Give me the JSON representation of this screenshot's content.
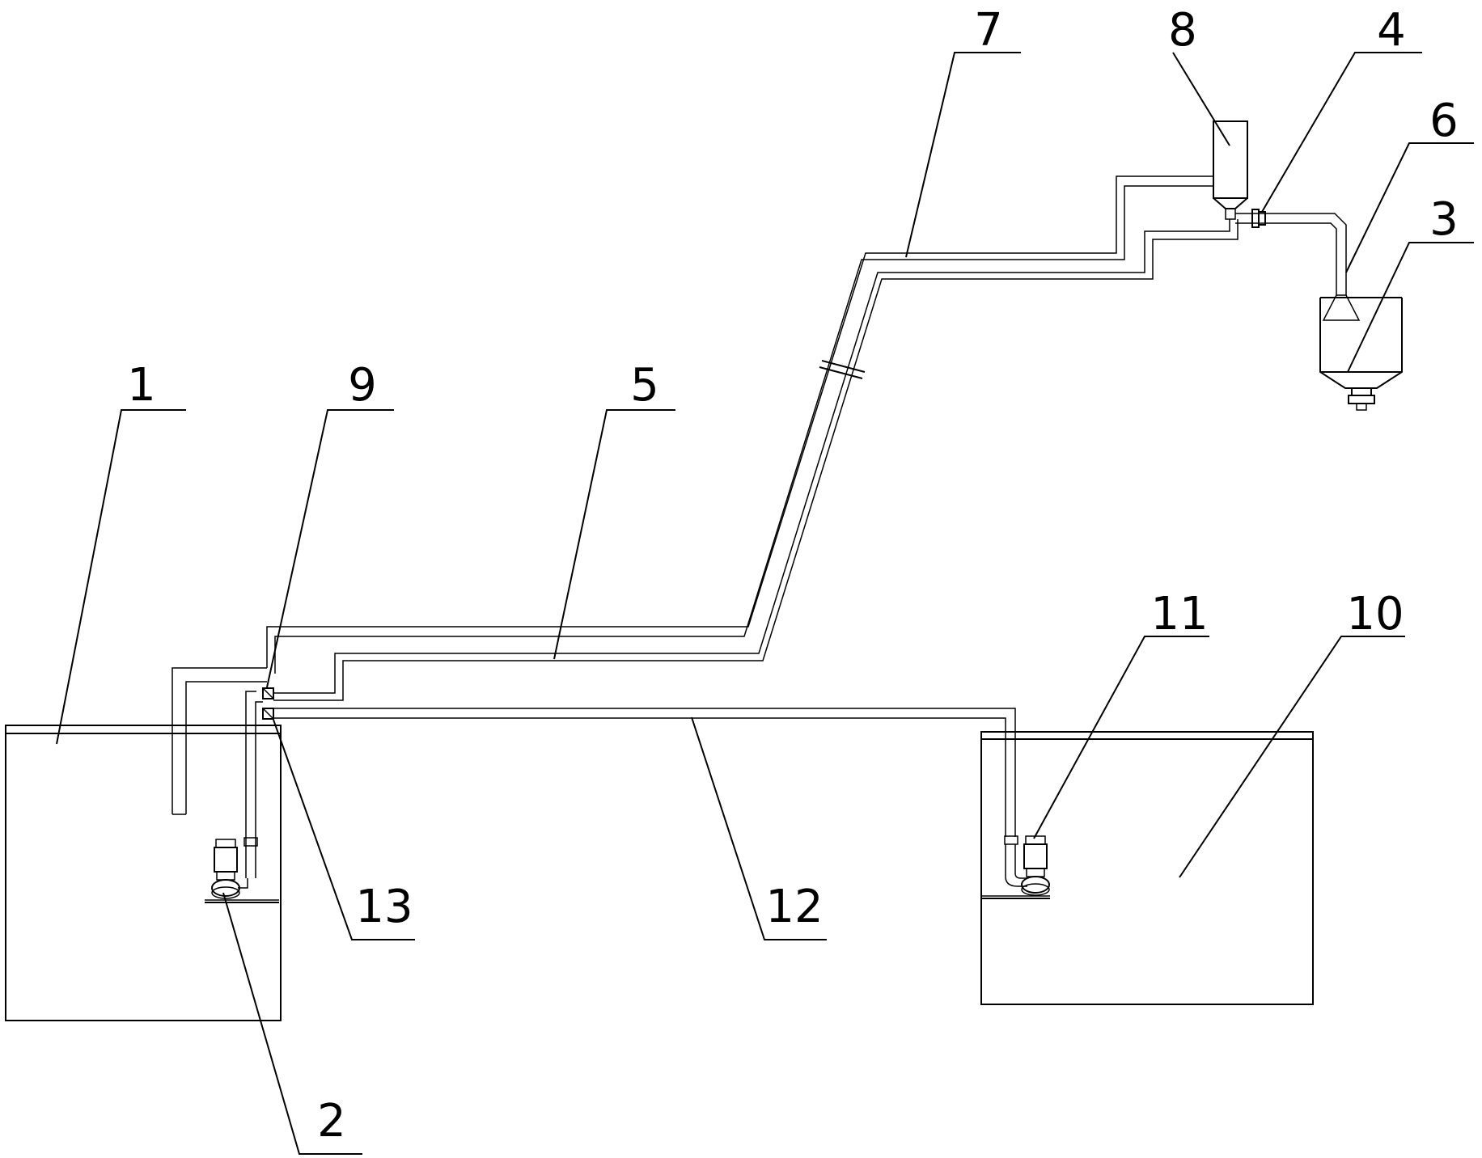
{
  "labels": {
    "tank_left": "1",
    "pump_left": "2",
    "collector_tank": "3",
    "valve_right": "4",
    "pipe_main": "5",
    "pipe_drop": "6",
    "pipe_upper": "7",
    "separator": "8",
    "valve_left": "9",
    "tank_right": "10",
    "pump_right": "11",
    "pipe_return": "12",
    "valve_lower": "13"
  }
}
